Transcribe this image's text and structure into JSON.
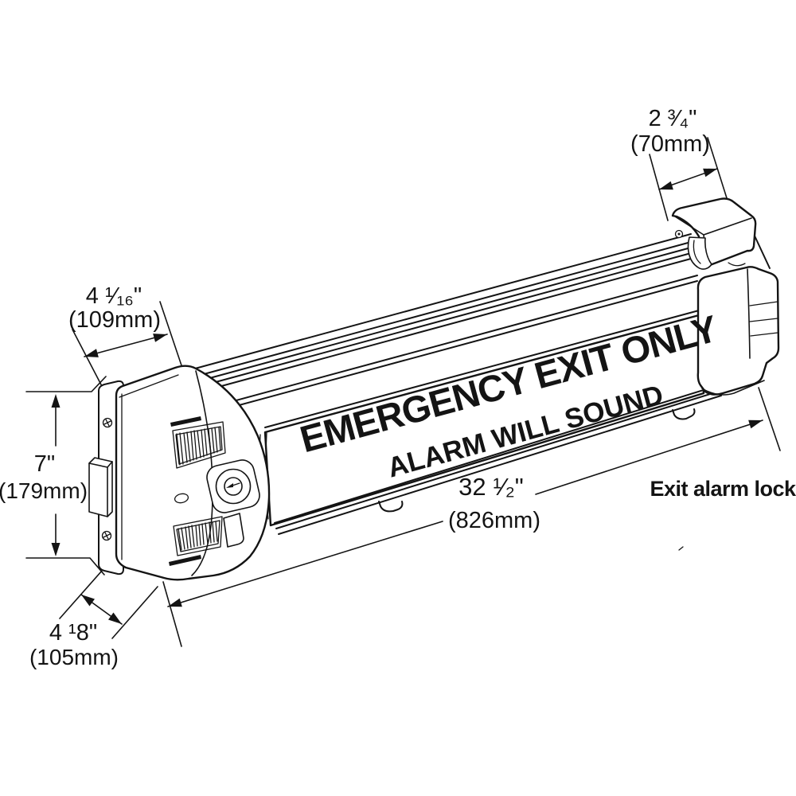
{
  "diagram": {
    "title": "Exit alarm lock dimension drawing",
    "labels": {
      "device_line1": "EMERGENCY EXIT ONLY",
      "device_line2": "ALARM WILL SOUND",
      "callout": "Exit alarm lock"
    },
    "dimensions": {
      "top_width": {
        "in": "2 ³⁄₄\"",
        "mm": "(70mm)"
      },
      "top_depth": {
        "in": "4 ¹⁄₁₆\"",
        "mm": "(109mm)"
      },
      "height": {
        "in": "7\"",
        "mm": "(179mm)"
      },
      "bottom_depth": {
        "in": "4 ¹8\"",
        "mm": "(105mm)"
      },
      "length": {
        "in": "32 ¹⁄₂\"",
        "mm": "(826mm)"
      }
    },
    "colors": {
      "line": "#141414",
      "background": "#ffffff"
    }
  }
}
